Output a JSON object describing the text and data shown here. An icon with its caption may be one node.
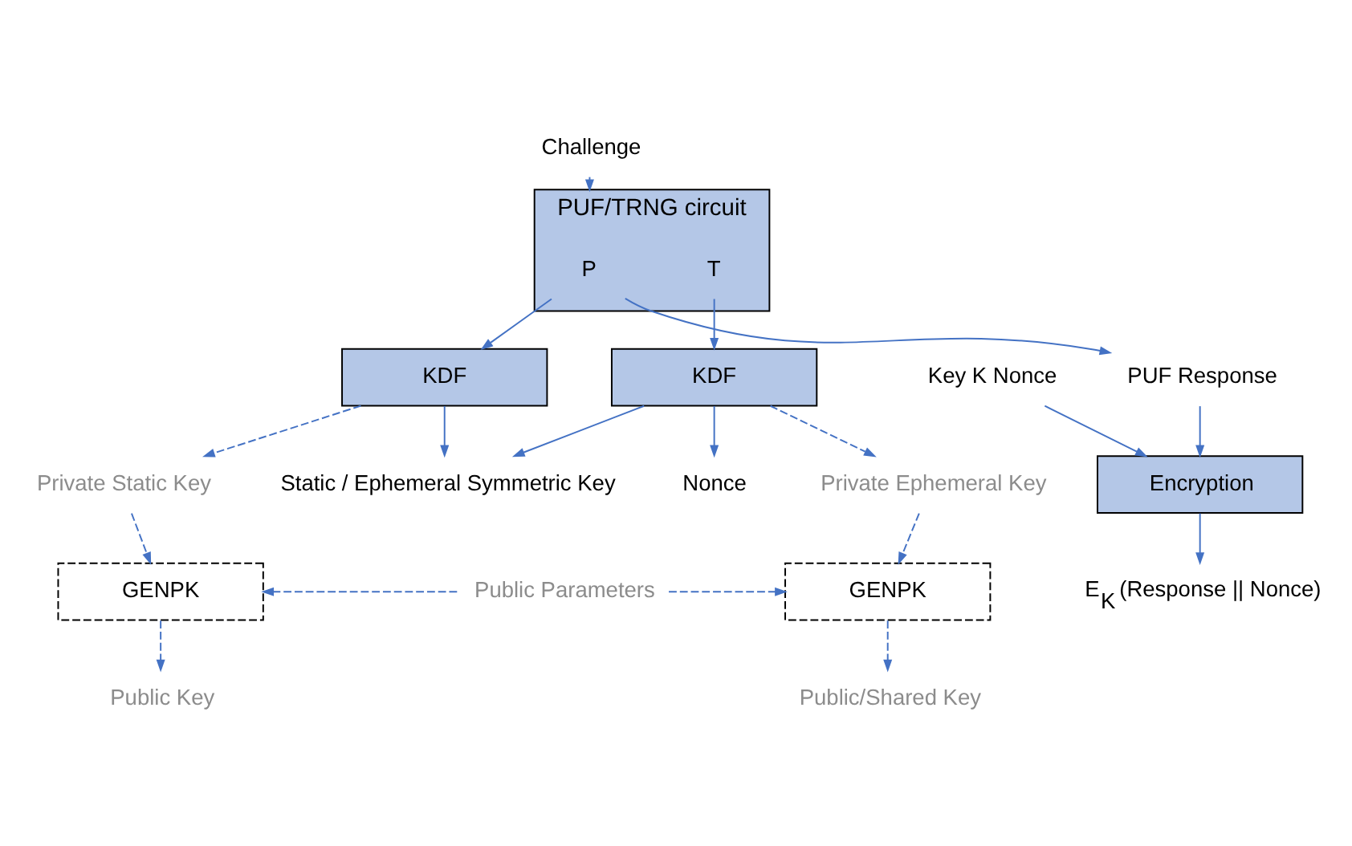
{
  "diagram": {
    "nodes": [
      {
        "text": [
          "Challenge"
        ]
      },
      {
        "text": [
          "PUF/TRNG circuit"
        ]
      },
      {
        "text": [
          "P"
        ],
        "in": 1
      },
      {
        "text": [
          "T"
        ],
        "in": 1
      },
      {
        "text": [
          "Key K Nonce"
        ]
      },
      {
        "text": [
          "PUF Response"
        ]
      },
      {
        "text": [
          "Encryption"
        ]
      },
      {
        "text": [
          "KDF"
        ]
      },
      {
        "text": [
          "KDF"
        ]
      },
      {
        "text": [
          "E$_{K}$ (Response || Nonce)"
        ]
      },
      {
        "text": [
          "Private Static Key"
        ]
      },
      {
        "text": [
          "Static / Ephemeral Symmetric Key"
        ]
      },
      {
        "text": [
          "Nonce"
        ]
      },
      {
        "text": [
          "Private Ephemeral Key"
        ]
      },
      {
        "text": [
          "GENPK"
        ]
      },
      {
        "text": [
          "Public Parameters"
        ]
      },
      {
        "text": [
          "GENPK"
        ]
      },
      {
        "text": [
          "Public Key"
        ]
      },
      {
        "text": [
          "Public/Shared Key"
        ]
      }
    ],
    "edges": [
      {
        "from": 0,
        "to": 1,
        "arrow": "to"
      },
      {
        "from": 2,
        "to": 5,
        "arrow": "to"
      },
      {
        "from": 2,
        "to": 7,
        "arrow": "to"
      },
      {
        "from": 3,
        "to": 8,
        "arrow": "to"
      },
      {
        "from": 4,
        "to": 6,
        "arrow": "to"
      },
      {
        "from": 5,
        "to": 6,
        "arrow": "to"
      },
      {
        "from": 6,
        "to": 9,
        "arrow": "to"
      },
      {
        "from": 7,
        "to": 10,
        "arrow": "to",
        "style": "dashed"
      },
      {
        "from": 7,
        "to": 11,
        "arrow": "to"
      },
      {
        "from": 8,
        "to": 11,
        "arrow": "to"
      },
      {
        "from": 8,
        "to": 12,
        "arrow": "to"
      },
      {
        "from": 8,
        "to": 13,
        "arrow": "to",
        "style": "dashed"
      },
      {
        "from": 10,
        "to": 14,
        "arrow": "to",
        "style": "dashed"
      },
      {
        "from": 15,
        "to": 14,
        "arrow": "to",
        "style": "dashed"
      },
      {
        "from": 15,
        "to": 16,
        "arrow": "to",
        "style": "dashed"
      },
      {
        "from": 13,
        "to": 16,
        "arrow": "to",
        "style": "dashed"
      },
      {
        "from": 14,
        "to": 17,
        "arrow": "to",
        "style": "dashed"
      },
      {
        "from": 16,
        "to": 18,
        "arrow": "to",
        "style": "dashed"
      }
    ]
  }
}
